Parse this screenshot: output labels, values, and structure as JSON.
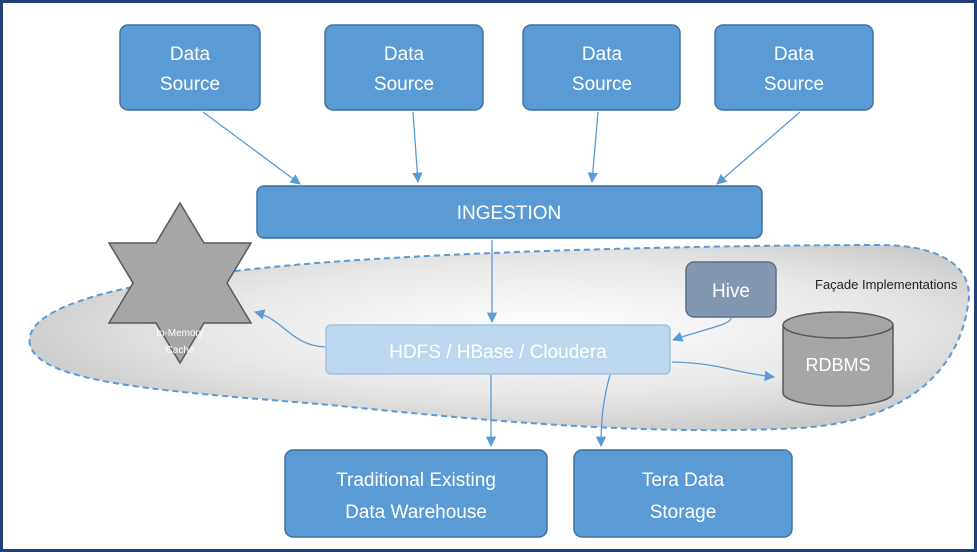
{
  "data_sources": [
    {
      "line1": "Data",
      "line2": "Source"
    },
    {
      "line1": "Data",
      "line2": "Source"
    },
    {
      "line1": "Data",
      "line2": "Source"
    },
    {
      "line1": "Data",
      "line2": "Source"
    }
  ],
  "ingestion": {
    "label": "INGESTION"
  },
  "facade": {
    "label": "Façade Implementations"
  },
  "hdfs": {
    "label": "HDFS / HBase / Cloudera"
  },
  "hive": {
    "label": "Hive"
  },
  "rdbms": {
    "label": "RDBMS"
  },
  "cache": {
    "line1": "In-Memory",
    "line2": "Cache"
  },
  "warehouse": {
    "line1": "Traditional Existing",
    "line2": "Data Warehouse"
  },
  "teradata": {
    "line1": "Tera Data",
    "line2": "Storage"
  },
  "colors": {
    "box_fill": "#5b9bd5",
    "box_stroke": "#41719c",
    "hdfs_fill": "#bdd7ee",
    "grey_fill": "#a6a6a6",
    "frame": "#1f3f77",
    "arrow": "#5b9bd5"
  }
}
